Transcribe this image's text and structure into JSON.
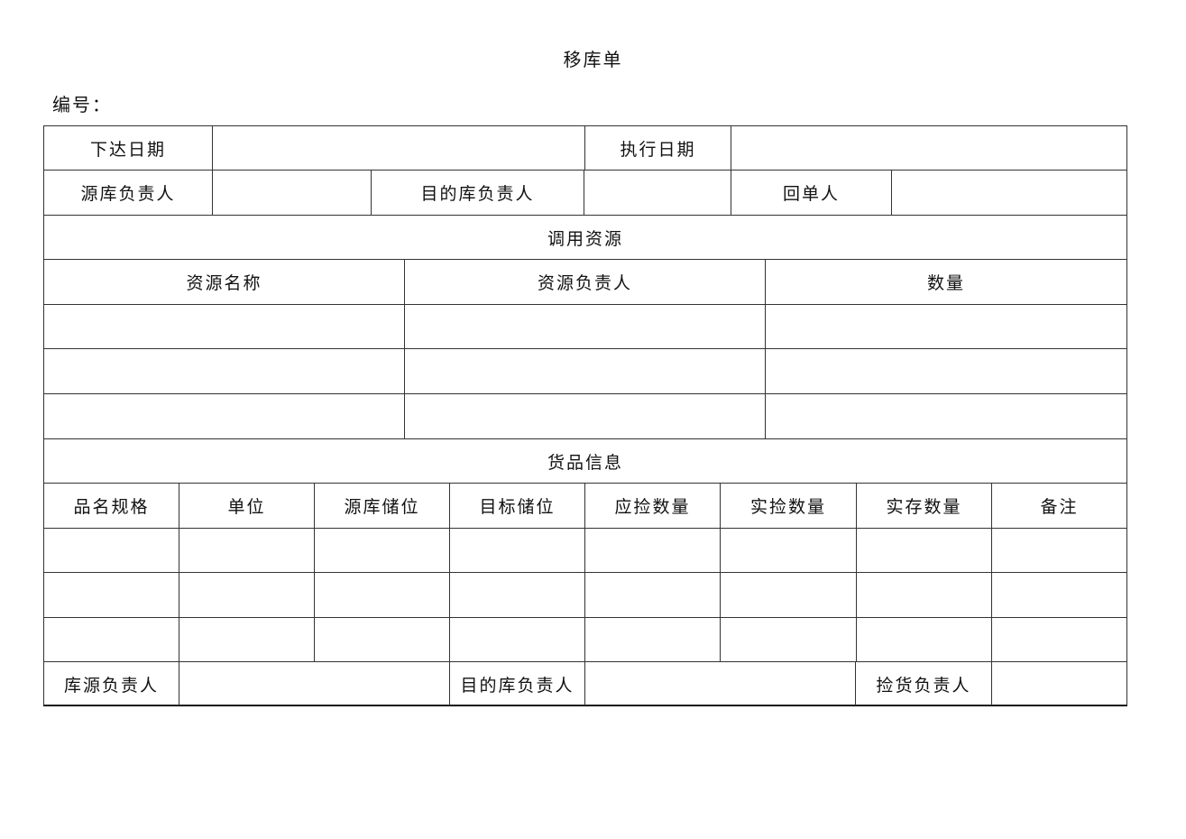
{
  "document": {
    "title": "移库单",
    "number_label": "编号："
  },
  "header_rows": {
    "issue_date_label": "下达日期",
    "issue_date_value": "",
    "exec_date_label": "执行日期",
    "exec_date_value": "",
    "source_manager_label": "源库负责人",
    "source_manager_value": "",
    "dest_manager_label": "目的库负责人",
    "dest_manager_value": "",
    "return_person_label": "回单人",
    "return_person_value": ""
  },
  "resources": {
    "section_title": "调用资源",
    "columns": [
      "资源名称",
      "资源负责人",
      "数量"
    ],
    "rows": [
      [
        "",
        "",
        ""
      ],
      [
        "",
        "",
        ""
      ],
      [
        "",
        "",
        ""
      ]
    ]
  },
  "goods": {
    "section_title": "货品信息",
    "columns": [
      "品名规格",
      "单位",
      "源库储位",
      "目标储位",
      "应捡数量",
      "实捡数量",
      "实存数量",
      "备注"
    ],
    "rows": [
      [
        "",
        "",
        "",
        "",
        "",
        "",
        "",
        ""
      ],
      [
        "",
        "",
        "",
        "",
        "",
        "",
        "",
        ""
      ],
      [
        "",
        "",
        "",
        "",
        "",
        "",
        "",
        ""
      ]
    ]
  },
  "footer": {
    "source_manager_label": "库源负责人",
    "source_manager_value": "",
    "dest_manager_label": "目的库负责人",
    "dest_manager_value": "",
    "picker_manager_label": "捡货负责人",
    "picker_manager_value": ""
  }
}
